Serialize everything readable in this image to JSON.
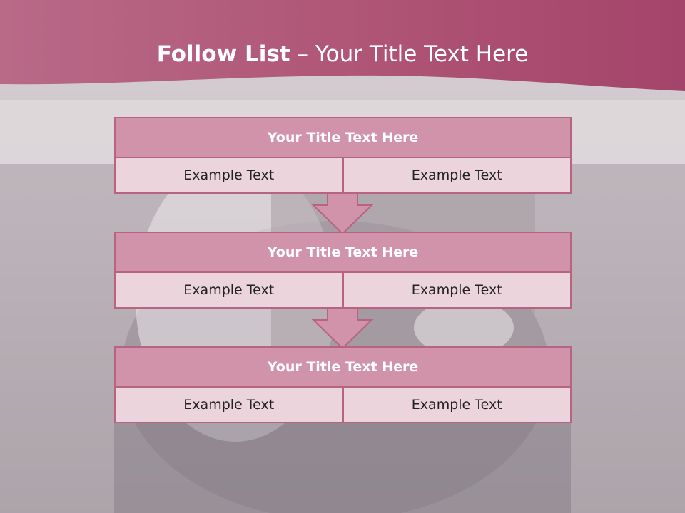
{
  "slide": {
    "title_bold": "Follow List",
    "title_rest": " – Your Title Text Here"
  },
  "blocks": [
    {
      "title": "Your Title Text Here",
      "left": "Example Text",
      "right": "Example Text"
    },
    {
      "title": "Your Title Text Here",
      "left": "Example Text",
      "right": "Example Text"
    },
    {
      "title": "Your Title Text Here",
      "left": "Example Text",
      "right": "Example Text"
    }
  ],
  "colors": {
    "header": "#a8506f",
    "title_fill": "#d193aa",
    "cell_fill": "#ecd4dc",
    "border": "#b8637f",
    "arrow": "#d193aa"
  }
}
